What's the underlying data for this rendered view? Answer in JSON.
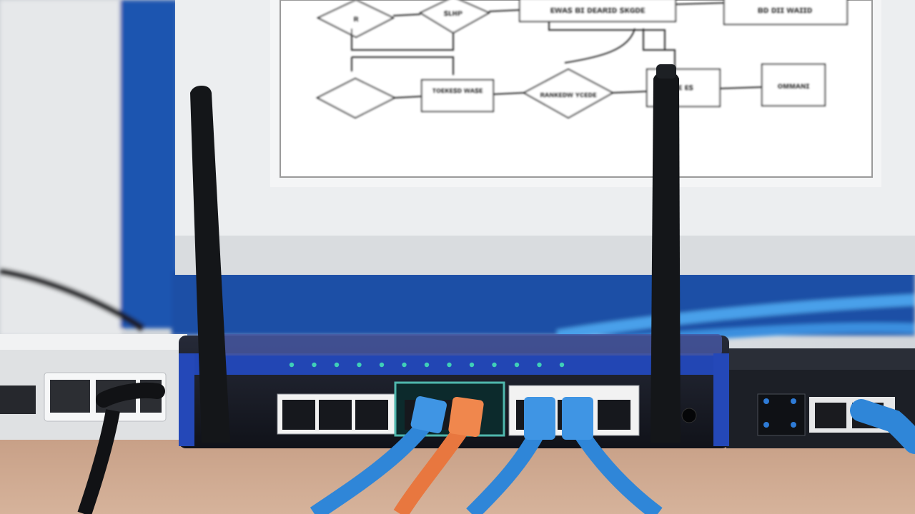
{
  "image": {
    "colors": {
      "background_wall": "#cfd4da",
      "blue_panel": "#1d4fa8",
      "monitor_bezel": "#eef0f2",
      "paper": "#ffffff",
      "router_body": "#1a1d26",
      "router_trim": "#2448b8",
      "status_led": "#3fd0b8",
      "cable_blue": "#2f86d8",
      "cable_orange": "#e8773f",
      "desk": "#c9a58c",
      "antenna": "#16181c"
    },
    "flowchart": {
      "labels": [
        "ʀ",
        "ꜱʟʜᴩ",
        "ᴇᴡᴀꜱ ʙɪ ᴅᴇᴀʀɪᴅ ꜱᴋɢᴅᴇ",
        "ʙᴅ ᴅɪɪ ᴡᴀɪɪᴅ",
        "ᴛᴏᴇᴋᴇꜱᴅ ᴡᴀꜱᴇ",
        "ʀᴀɴᴋᴇᴅᴡ ʏᴄᴇᴅᴇ",
        "ᴇᴇ ᴇꜱ",
        "ᴏᴍᴍᴀɴɪ"
      ]
    },
    "router": {
      "led_count": 13,
      "port_count": 8
    }
  }
}
